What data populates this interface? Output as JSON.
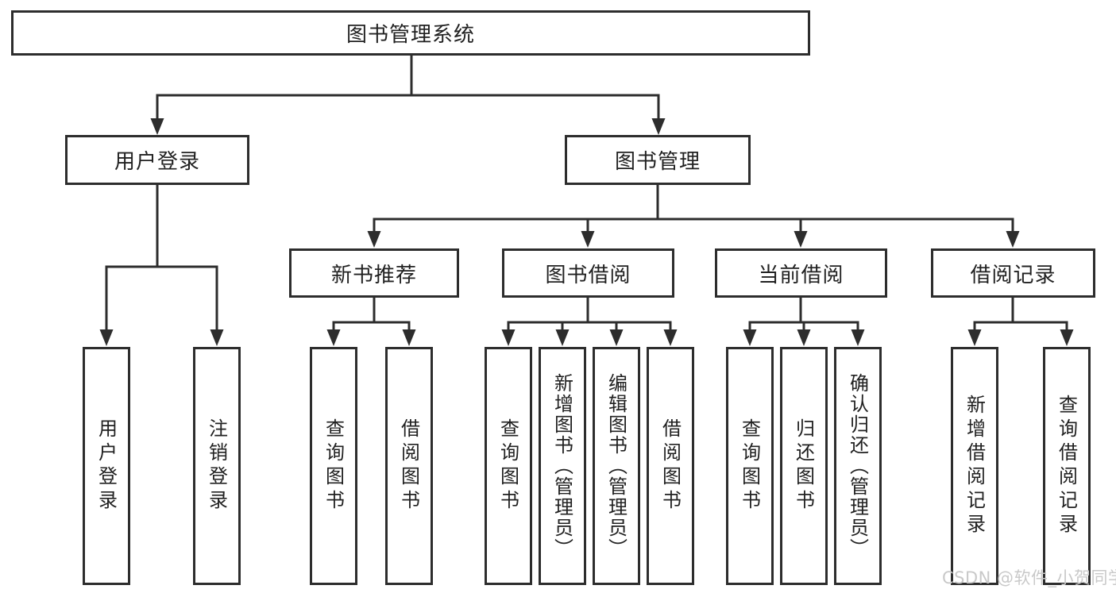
{
  "diagram": {
    "title": "图书管理系统",
    "nodes": {
      "root": "图书管理系统",
      "user_login": "用户登录",
      "book_mgmt": "图书管理",
      "new_book_rec": "新书推荐",
      "book_borrow": "图书借阅",
      "current_borrow": "当前借阅",
      "borrow_records": "借阅记录",
      "leaf_user_login": "用户登录",
      "leaf_logout": "注销登录",
      "leaf_rec_query_book": "查询图书",
      "leaf_rec_borrow_book": "借阅图书",
      "leaf_bb_query_book": "查询图书",
      "leaf_bb_add_book_admin": "新增图书（管理员）",
      "leaf_bb_edit_book_admin": "编辑图书（管理员）",
      "leaf_bb_borrow_book": "借阅图书",
      "leaf_cb_query_book": "查询图书",
      "leaf_cb_return_book": "归还图书",
      "leaf_cb_confirm_return_admin": "确认归还（管理员）",
      "leaf_br_add_record": "新增借阅记录",
      "leaf_br_query_record": "查询借阅记录"
    },
    "structure": {
      "root": [
        "user_login",
        "book_mgmt"
      ],
      "user_login": [
        "leaf_user_login",
        "leaf_logout"
      ],
      "book_mgmt": [
        "new_book_rec",
        "book_borrow",
        "current_borrow",
        "borrow_records"
      ],
      "new_book_rec": [
        "leaf_rec_query_book",
        "leaf_rec_borrow_book"
      ],
      "book_borrow": [
        "leaf_bb_query_book",
        "leaf_bb_add_book_admin",
        "leaf_bb_edit_book_admin",
        "leaf_bb_borrow_book"
      ],
      "current_borrow": [
        "leaf_cb_query_book",
        "leaf_cb_return_book",
        "leaf_cb_confirm_return_admin"
      ],
      "borrow_records": [
        "leaf_br_add_record",
        "leaf_br_query_record"
      ]
    },
    "watermark": "CSDN @软件_小贺同学",
    "colors": {
      "line": "#2d2d2d",
      "text": "#212121",
      "background": "#ffffff",
      "watermark": "#c9c9c9"
    }
  }
}
